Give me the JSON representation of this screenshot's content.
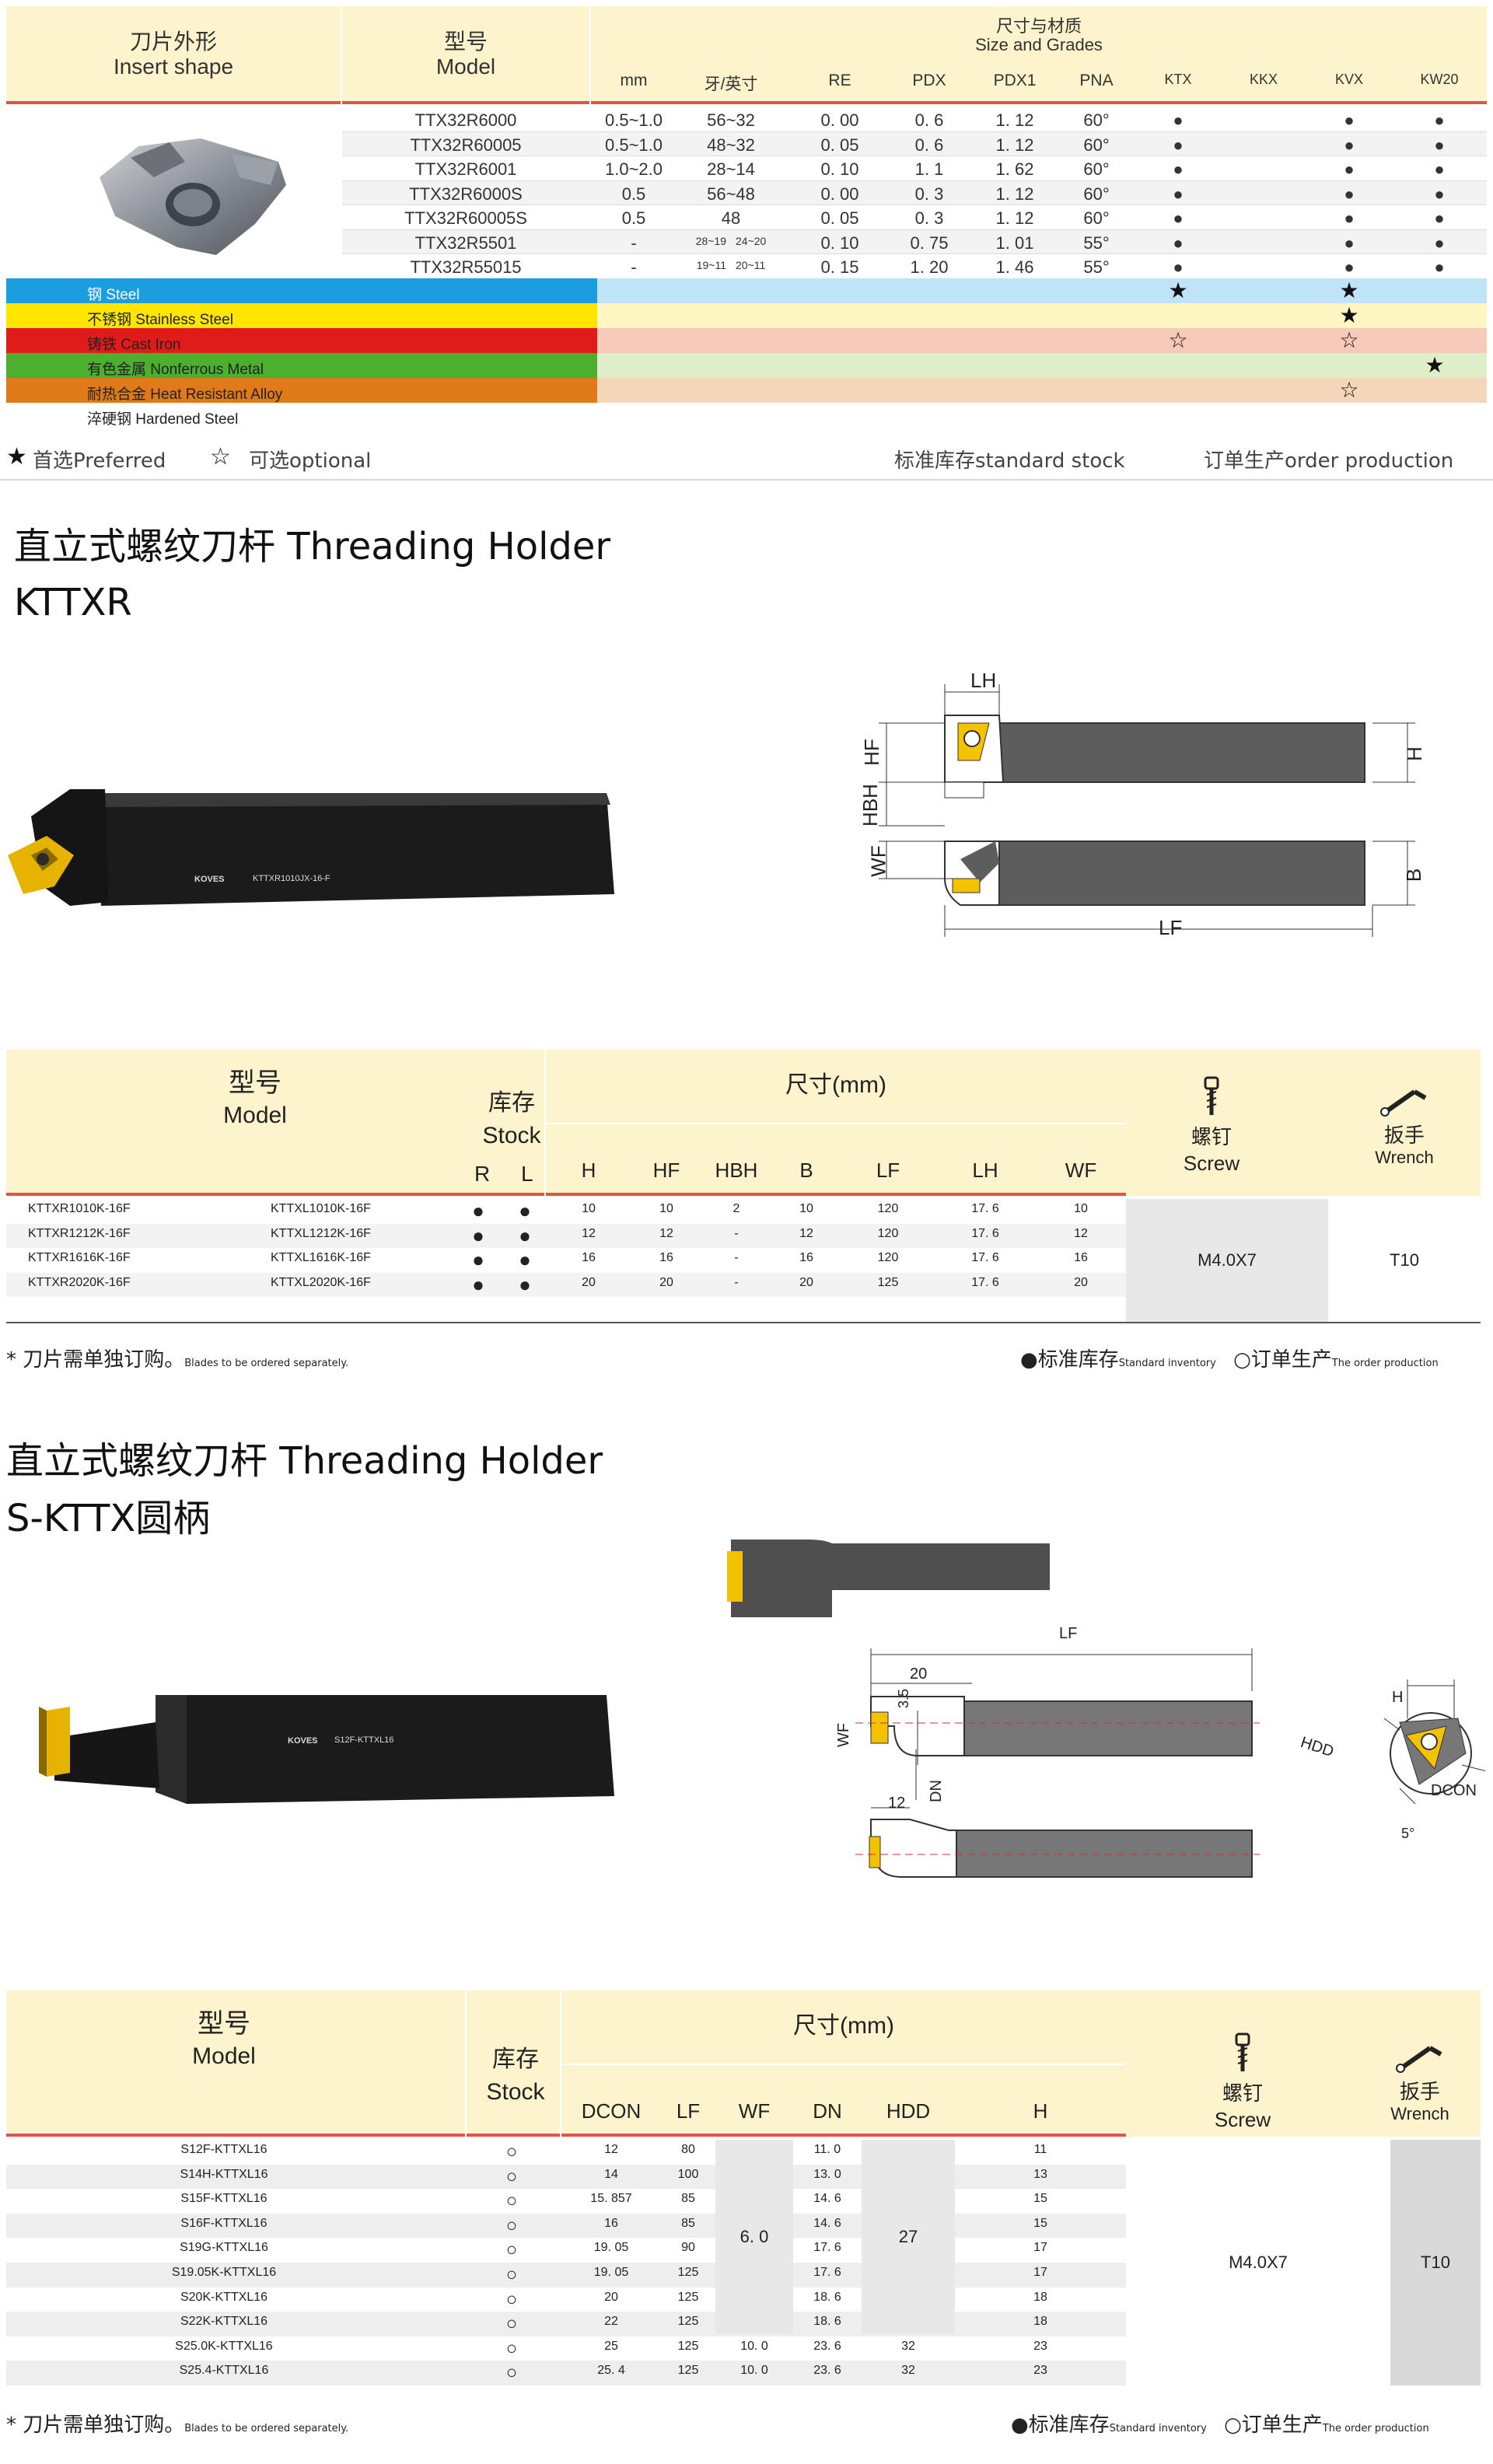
{
  "insert_table": {
    "header": {
      "shape_cn": "刀片外形",
      "shape_en": "Insert shape",
      "model_cn": "型号",
      "model_en": "Model",
      "size_cn": "尺寸与材质",
      "size_en": "Size and Grades",
      "cols": [
        "mm",
        "牙/英寸",
        "RE",
        "PDX",
        "PDX1",
        "PNA",
        "KTX",
        "KKX",
        "KVX",
        "KW20"
      ]
    },
    "rows": [
      {
        "model": "TTX32R6000",
        "mm": "0.5~1.0",
        "tpi": "56~32",
        "re": "0. 00",
        "pdx": "0. 6",
        "pdx1": "1. 12",
        "pna": "60°",
        "ktx": "●",
        "kkx": "",
        "kvx": "●",
        "kw20": "●"
      },
      {
        "model": "TTX32R60005",
        "mm": "0.5~1.0",
        "tpi": "48~32",
        "re": "0. 05",
        "pdx": "0. 6",
        "pdx1": "1. 12",
        "pna": "60°",
        "ktx": "●",
        "kkx": "",
        "kvx": "●",
        "kw20": "●"
      },
      {
        "model": "TTX32R6001",
        "mm": "1.0~2.0",
        "tpi": "28~14",
        "re": "0. 10",
        "pdx": "1. 1",
        "pdx1": "1. 62",
        "pna": "60°",
        "ktx": "●",
        "kkx": "",
        "kvx": "●",
        "kw20": "●"
      },
      {
        "model": "TTX32R6000S",
        "mm": "0.5",
        "tpi": "56~48",
        "re": "0. 00",
        "pdx": "0. 3",
        "pdx1": "1. 12",
        "pna": "60°",
        "ktx": "●",
        "kkx": "",
        "kvx": "●",
        "kw20": "●"
      },
      {
        "model": "TTX32R60005S",
        "mm": "0.5",
        "tpi": "48",
        "re": "0. 05",
        "pdx": "0. 3",
        "pdx1": "1. 12",
        "pna": "60°",
        "ktx": "●",
        "kkx": "",
        "kvx": "●",
        "kw20": "●"
      },
      {
        "model": "TTX32R5501",
        "mm": "-",
        "tpi_a": "28~19",
        "tpi_b": "24~20",
        "re": "0. 10",
        "pdx": "0. 75",
        "pdx1": "1. 01",
        "pna": "55°",
        "ktx": "●",
        "kkx": "",
        "kvx": "●",
        "kw20": "●"
      },
      {
        "model": "TTX32R55015",
        "mm": "-",
        "tpi_a": "19~11",
        "tpi_b": "20~11",
        "re": "0. 15",
        "pdx": "1. 20",
        "pdx1": "1. 46",
        "pna": "55°",
        "ktx": "●",
        "kkx": "",
        "kvx": "●",
        "kw20": "●"
      }
    ],
    "materials": [
      {
        "label": "钢 Steel",
        "color": "#1a9ee0",
        "bg": "#bfe4f7",
        "ktx": "★",
        "kkx": "",
        "kvx": "★",
        "kw20": ""
      },
      {
        "label": "不锈钢 Stainless Steel",
        "color": "#ffe600",
        "bg": "#fff6c2",
        "ktx": "",
        "kkx": "",
        "kvx": "★",
        "kw20": ""
      },
      {
        "label": "铸铁 Cast Iron",
        "color": "#e11a1a",
        "bg": "#f7c9b8",
        "ktx": "☆",
        "kkx": "",
        "kvx": "☆",
        "kw20": ""
      },
      {
        "label": "有色金属 Nonferrous Metal",
        "color": "#4caf2e",
        "bg": "#dfeec8",
        "ktx": "",
        "kkx": "",
        "kvx": "",
        "kw20": "★"
      },
      {
        "label": "耐热合金 Heat Resistant Alloy",
        "color": "#e07a18",
        "bg": "#f6d6bb",
        "ktx": "",
        "kkx": "",
        "kvx": "☆",
        "kw20": ""
      },
      {
        "label": "淬硬钢 Hardened Steel",
        "color": "#ffffff",
        "bg": "#ffffff",
        "ktx": "",
        "kkx": "",
        "kvx": "",
        "kw20": ""
      }
    ],
    "legend": {
      "preferred": "首选Preferred",
      "optional": "可选optional",
      "stock": "标准库存standard stock",
      "production": "订单生产order production"
    }
  },
  "section1": {
    "title_cn": "直立式螺纹刀杆",
    "title_en": "Threading Holder",
    "subtitle": "KTTXR",
    "brand": "KOVES",
    "engraving": "KTTXR1010JX-16-F",
    "dims": {
      "lh": "LH",
      "hf": "HF",
      "hbh": "HBH",
      "h": "H",
      "wf": "WF",
      "b": "B",
      "lf": "LF"
    },
    "header": {
      "model_cn": "型号",
      "model_en": "Model",
      "stock_cn": "库存",
      "stock_en": "Stock",
      "r": "R",
      "l": "L",
      "size": "尺寸(mm)",
      "screw_cn": "螺钉",
      "screw_en": "Screw",
      "wrench_cn": "扳手",
      "wrench_en": "Wrench",
      "cols": [
        "H",
        "HF",
        "HBH",
        "B",
        "LF",
        "LH",
        "WF"
      ]
    },
    "rows": [
      {
        "r": "KTTXR1010K-16F",
        "l": "KTTXL1010K-16F",
        "sr": "●",
        "sl": "●",
        "h": "10",
        "hf": "10",
        "hbh": "2",
        "b": "10",
        "lf": "120",
        "lh": "17. 6",
        "wf": "10"
      },
      {
        "r": "KTTXR1212K-16F",
        "l": "KTTXL1212K-16F",
        "sr": "●",
        "sl": "●",
        "h": "12",
        "hf": "12",
        "hbh": "-",
        "b": "12",
        "lf": "120",
        "lh": "17. 6",
        "wf": "12"
      },
      {
        "r": "KTTXR1616K-16F",
        "l": "KTTXL1616K-16F",
        "sr": "●",
        "sl": "●",
        "h": "16",
        "hf": "16",
        "hbh": "-",
        "b": "16",
        "lf": "120",
        "lh": "17. 6",
        "wf": "16"
      },
      {
        "r": "KTTXR2020K-16F",
        "l": "KTTXL2020K-16F",
        "sr": "●",
        "sl": "●",
        "h": "20",
        "hf": "20",
        "hbh": "-",
        "b": "20",
        "lf": "125",
        "lh": "17. 6",
        "wf": "20"
      }
    ],
    "screw": "M4.0X7",
    "wrench": "T10",
    "note_cn": "* 刀片需单独订购。",
    "note_en": "Blades to be ordered separately.",
    "stock_cn": "●标准库存",
    "stock_en": "Standard inventory",
    "prod_cn": "○订单生产",
    "prod_en": "The order production"
  },
  "section2": {
    "title_cn": "直立式螺纹刀杆",
    "title_en": "Threading Holder",
    "subtitle": "S-KTTX圆柄",
    "brand": "KOVES",
    "engraving": "S12F-KTTXL16",
    "dims": {
      "lf": "LF",
      "d20": "20",
      "d35": "3.5",
      "wf": "WF",
      "dn": "DN",
      "d12": "12",
      "h": "H",
      "hdd": "HDD",
      "dcon": "DCON",
      "ang": "5°"
    },
    "header": {
      "model_cn": "型号",
      "model_en": "Model",
      "stock_cn": "库存",
      "stock_en": "Stock",
      "size": "尺寸(mm)",
      "screw_cn": "螺钉",
      "screw_en": "Screw",
      "wrench_cn": "扳手",
      "wrench_en": "Wrench",
      "cols": [
        "DCON",
        "LF",
        "WF",
        "DN",
        "HDD",
        "H"
      ]
    },
    "rows": [
      {
        "m": "S12F-KTTXL16",
        "s": "○",
        "dcon": "12",
        "lf": "80",
        "dn": "11. 0",
        "h": "11"
      },
      {
        "m": "S14H-KTTXL16",
        "s": "○",
        "dcon": "14",
        "lf": "100",
        "dn": "13. 0",
        "h": "13"
      },
      {
        "m": "S15F-KTTXL16",
        "s": "○",
        "dcon": "15. 857",
        "lf": "85",
        "dn": "14. 6",
        "h": "15"
      },
      {
        "m": "S16F-KTTXL16",
        "s": "○",
        "dcon": "16",
        "lf": "85",
        "dn": "14. 6",
        "h": "15"
      },
      {
        "m": "S19G-KTTXL16",
        "s": "○",
        "dcon": "19. 05",
        "lf": "90",
        "dn": "17. 6",
        "h": "17"
      },
      {
        "m": "S19.05K-KTTXL16",
        "s": "○",
        "dcon": "19. 05",
        "lf": "125",
        "dn": "17. 6",
        "h": "17"
      },
      {
        "m": "S20K-KTTXL16",
        "s": "○",
        "dcon": "20",
        "lf": "125",
        "dn": "18. 6",
        "h": "18"
      },
      {
        "m": "S22K-KTTXL16",
        "s": "○",
        "dcon": "22",
        "lf": "125",
        "dn": "18. 6",
        "h": "18"
      },
      {
        "m": "S25.0K-KTTXL16",
        "s": "○",
        "dcon": "25",
        "lf": "125",
        "wf": "10. 0",
        "dn": "23. 6",
        "hdd": "32",
        "h": "23"
      },
      {
        "m": "S25.4-KTTXL16",
        "s": "○",
        "dcon": "25. 4",
        "lf": "125",
        "wf": "10. 0",
        "dn": "23. 6",
        "hdd": "32",
        "h": "23"
      }
    ],
    "wf_merged": "6. 0",
    "hdd_merged": "27",
    "screw": "M4.0X7",
    "wrench": "T10",
    "note_cn": "* 刀片需单独订购。",
    "note_en": "Blades to be ordered separately.",
    "stock_cn": "●标准库存",
    "stock_en": "Standard inventory",
    "prod_cn": "○订单生产",
    "prod_en": "The order production"
  }
}
